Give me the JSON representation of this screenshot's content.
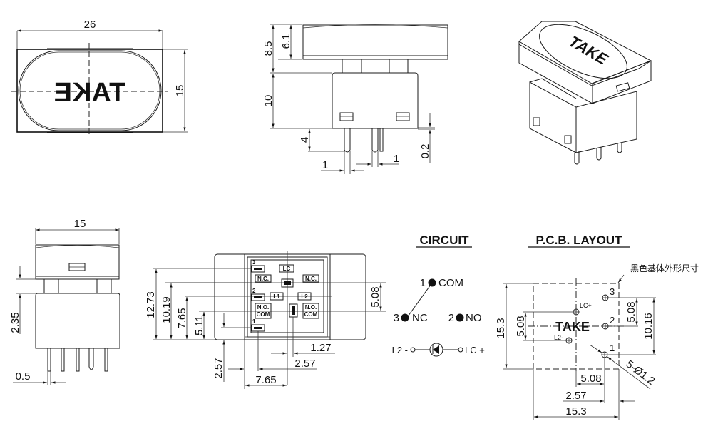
{
  "top_view": {
    "label": "TAKE",
    "width_dim": "26",
    "height_dim": "15"
  },
  "side_view": {
    "cap_total_dim": "8.5",
    "cap_height_dim": "6.1",
    "body_height_dim": "10",
    "pin_length_dim": "4",
    "pin_width_left_dim": "1",
    "pin_width_right_dim": "1",
    "standoff_dim": "0.2"
  },
  "iso_view": {
    "label": "TAKE"
  },
  "front_view": {
    "width_dim": "15",
    "gap_dim": "2.35",
    "pin_dim": "0.5"
  },
  "bottom_view": {
    "pin_numbers": [
      "3",
      "2",
      "1"
    ],
    "labels": {
      "lc": "LC",
      "nc_left": "N.C.",
      "nc_right": "N.C.",
      "l1": "L1",
      "l2": "L2",
      "no_left": "N.O.",
      "com_left": "COM",
      "no_right": "N.O.",
      "com_right": "COM"
    },
    "dims": {
      "d1273": "12.73",
      "d1019": "10.19",
      "d765v": "7.65",
      "d511": "5.11",
      "d508": "5.08",
      "d257v": "2.57",
      "d127": "1.27",
      "d257h": "2.57",
      "d765h": "7.65"
    }
  },
  "circuit": {
    "title": "CIRCUIT",
    "com": {
      "num": "1",
      "label": "COM"
    },
    "nc": {
      "num": "3",
      "label": "NC"
    },
    "no": {
      "num": "2",
      "label": "NO"
    },
    "led_left": "L2 -",
    "led_right": "LC +"
  },
  "pcb": {
    "title": "P.C.B. LAYOUT",
    "note": "黑色基体外形尺寸",
    "label": "TAKE",
    "pin_labels": [
      "3",
      "2",
      "1"
    ],
    "lc_plus": "LC+",
    "l2_minus": "L2-",
    "dims": {
      "height": "15.3",
      "led_pitch": "5.08",
      "pin_pitch": "5.08",
      "pin_span": "10.16",
      "holes": "5-Ø1.2",
      "h_offset": "5.08",
      "edge": "2.57",
      "width": "15.3"
    }
  }
}
